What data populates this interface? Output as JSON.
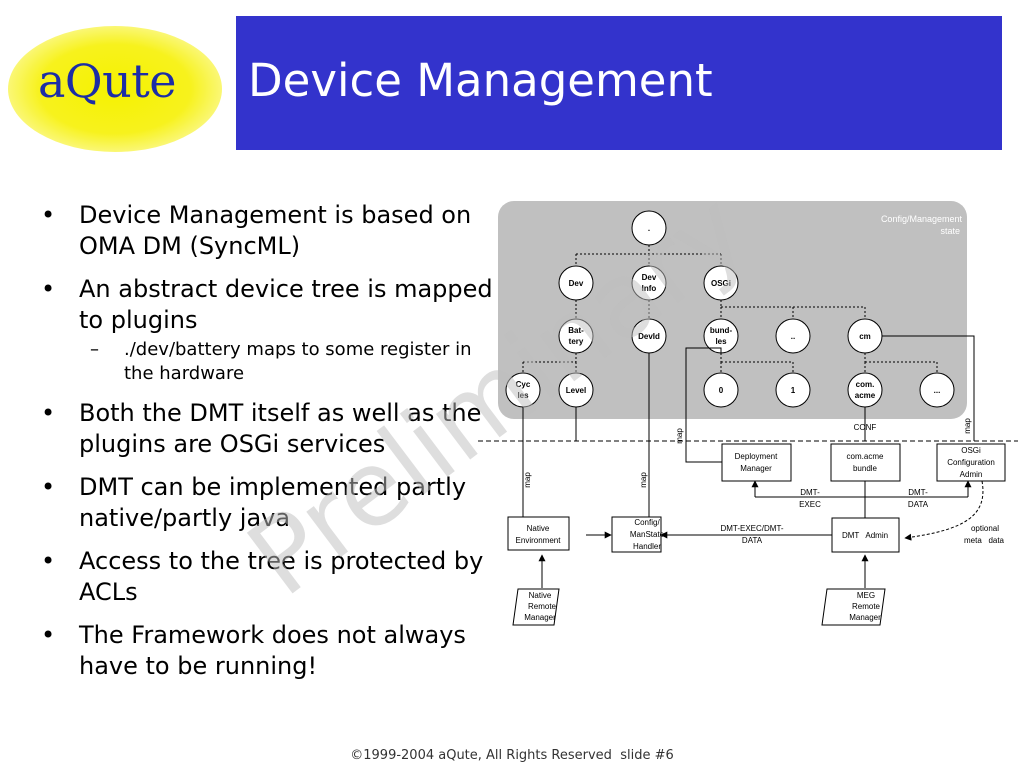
{
  "logo": {
    "text": "aQute"
  },
  "title": "Device Management",
  "bullets": [
    {
      "text": "Device Management is based on OMA DM (SyncML)"
    },
    {
      "text": "An abstract device tree is mapped to plugins",
      "sub": [
        "./dev/battery maps to some register in the hardware"
      ]
    },
    {
      "text": "Both the DMT itself as well as the plugins are OSGi services"
    },
    {
      "text": "DMT can be implemented partly native/partly java"
    },
    {
      "text": "Access to the tree is protected by ACLs"
    },
    {
      "text": "The Framework does not always have to be running!"
    }
  ],
  "diagram": {
    "state_label": [
      "Config/Management",
      "state"
    ],
    "nodes": {
      "root": [
        "."
      ],
      "dev": [
        "Dev"
      ],
      "devinfo": [
        "Dev",
        "Info"
      ],
      "osgi": [
        "OSGi"
      ],
      "battery": [
        "Bat-",
        "tery"
      ],
      "devid": [
        "DevId"
      ],
      "bundles": [
        "bund-",
        "les"
      ],
      "dots": [
        ".."
      ],
      "cm": [
        "cm"
      ],
      "cycles": [
        "Cyc",
        "les"
      ],
      "level": [
        "Level"
      ],
      "zero": [
        "0"
      ],
      "one": [
        "1"
      ],
      "comacme": [
        "com.",
        "acme"
      ],
      "more": [
        "..."
      ]
    },
    "boxes": {
      "deployment": [
        "Deployment",
        "Manager"
      ],
      "bundle": [
        "com.acme",
        "bundle"
      ],
      "osgi_config": [
        "OSGi",
        "Configuration",
        "Admin"
      ],
      "native_env": [
        "Native",
        "Environment"
      ],
      "config_handler": [
        "Config/",
        "ManState",
        "Handler"
      ],
      "dmt_admin": [
        "DMT   Admin"
      ],
      "native_remote": [
        "Native",
        "Remote",
        "Manager"
      ],
      "meg_remote": [
        "MEG",
        "Remote",
        "Manager"
      ]
    },
    "labels": {
      "conf": "CONF",
      "map": "map",
      "dmt_exec": [
        "DMT-",
        "EXEC"
      ],
      "dmt_data": [
        "DMT-",
        "DATA"
      ],
      "dmt_exec_data": [
        "DMT-EXEC/DMT-",
        "DATA"
      ],
      "optional": [
        "optional",
        "meta   data"
      ]
    }
  },
  "watermark": "Preliminary",
  "footer": "©1999-2004 aQute, All Rights Reserved  slide #6",
  "colors": {
    "title_bar": "#3333cc",
    "logo_text": "#1c2da6",
    "logo_glow": "#f6f200",
    "state_panel": "#c0c0c0"
  }
}
